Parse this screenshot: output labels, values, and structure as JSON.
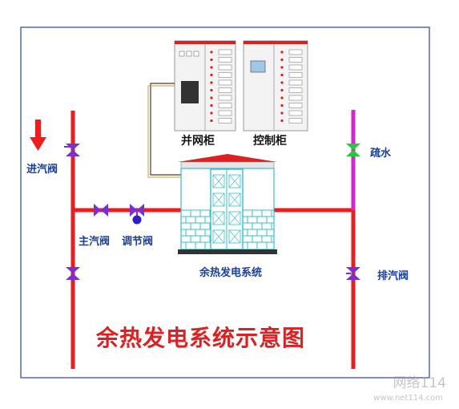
{
  "labels": {
    "inlet_valve": "进汽阀",
    "main_valve": "主汽阀",
    "regulating_valve": "调节阀",
    "grid_cabinet": "并网柜",
    "control_cabinet": "控制柜",
    "drain": "疏水",
    "exhaust_valve": "排汽阀",
    "system": "余热发电系统"
  },
  "title": "余热发电系统示意图",
  "watermark": {
    "logo_text": "网络114",
    "url": "www.net114.com"
  },
  "colors": {
    "pipe_steam": "#ee1c1c",
    "pipe_drain": "#d426d4",
    "valve": "#7a2fd6",
    "drain_valve": "#22cc33",
    "label_blue": "#1a3fa0",
    "title_red": "#e02020",
    "building_wall": "#33c0cc",
    "roof": "#e02020",
    "cabinet_fill": "#f3f3f3"
  },
  "icons": [
    "arrow-down-icon",
    "valve-icon",
    "regulating-valve-icon"
  ]
}
